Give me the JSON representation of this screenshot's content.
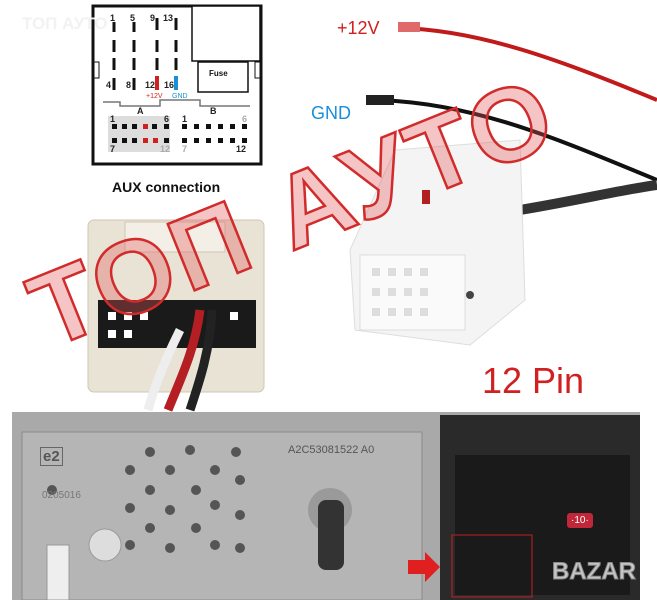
{
  "diagram": {
    "pin_labels_top": [
      "1",
      "5",
      "9",
      "13"
    ],
    "pin_labels_bottom": [
      "4",
      "8",
      "12",
      "16"
    ],
    "plus12v": "+12V",
    "gnd": "GND",
    "fuse": "Fuse",
    "block_a": "A",
    "block_b": "B",
    "a_pins": [
      "1",
      "6",
      "7",
      "12"
    ],
    "b_pins": [
      "1",
      "6",
      "7",
      "12"
    ],
    "title": "AUX connection"
  },
  "wire_labels": {
    "plus12v": "+12V",
    "gnd": "GND"
  },
  "product_label": "12 Pin",
  "radio": {
    "part_number": "A2C53081522 A0",
    "serial": "0205016",
    "mark": "e2",
    "fuse_value": "·10·"
  },
  "watermarks": {
    "main": "ТОП АУТО",
    "small": "ТОП АУТО",
    "corner": "BAZAR"
  },
  "colors": {
    "red": "#d0201f",
    "blue": "#1a8fd8"
  }
}
